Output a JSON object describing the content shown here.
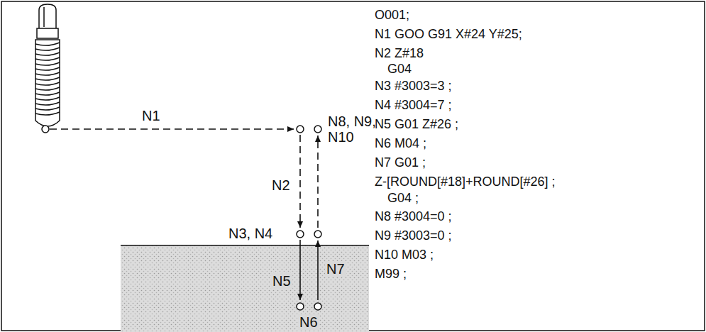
{
  "diagram": {
    "labels": [
      "N1",
      "N8, N9, N10",
      "N2",
      "N3, N4",
      "N7",
      "N5",
      "N6",
      "O001;",
      "N1 GOO G91 X#24 Y#25;",
      "N2 Z#18",
      "G04",
      "N3 #3003=3 ;",
      "N4 #3004=7 ;",
      "N5 G01 Z#26 ;",
      "N6 M04 ;",
      "N7 G01 ;",
      "Z-[ROUND[#18]+ROUND[#26] ;",
      "G04 ;",
      "N8 #3004=0 ;",
      "N9 #3003=0 ;",
      "N10 M03 ;",
      "M99 ;"
    ]
  }
}
